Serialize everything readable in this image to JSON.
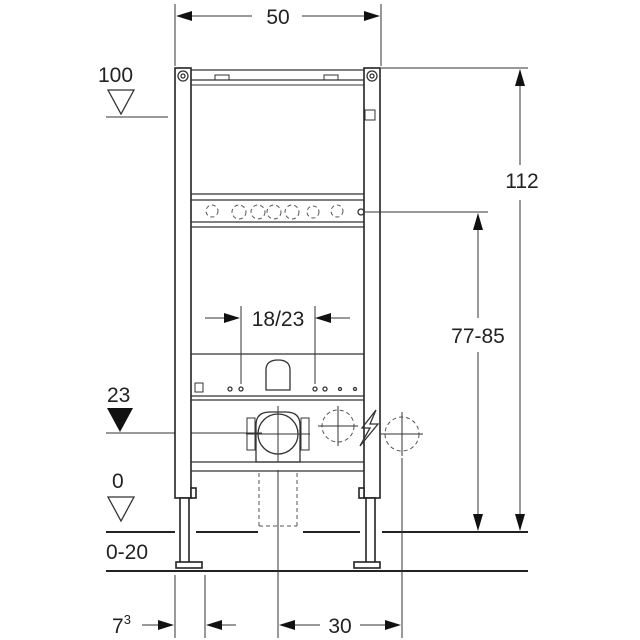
{
  "dimensions": {
    "frame_width": "50",
    "frame_height": "112",
    "connection_height": "77-85",
    "bolt_spacing": "18/23",
    "drain_spacing": "30",
    "offset_base": "7",
    "offset_superscript": "3"
  },
  "levels": {
    "top": "100",
    "drain": "23",
    "floor": "0",
    "floor_range": "0-20"
  }
}
